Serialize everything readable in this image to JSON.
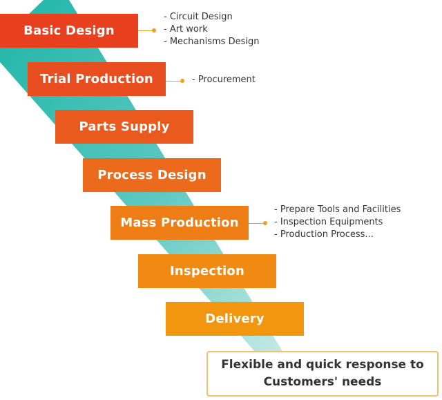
{
  "steps": [
    {
      "label": "Basic Design",
      "color": "#e8401f"
    },
    {
      "label": "Trial Production",
      "color": "#e84e1f"
    },
    {
      "label": "Parts Supply",
      "color": "#ea5a1e"
    },
    {
      "label": "Process Design",
      "color": "#ec6a1c"
    },
    {
      "label": "Mass Production",
      "color": "#ef7d16"
    },
    {
      "label": "Inspection",
      "color": "#f08a12"
    },
    {
      "label": "Delivery",
      "color": "#f29610"
    }
  ],
  "notes": {
    "basic_design": [
      "- Circuit Design",
      "- Art work",
      "- Mechanisms Design"
    ],
    "trial_production": [
      "- Procurement"
    ],
    "mass_production": [
      "- Prepare Tools and Facilities",
      "- Inspection Equipments",
      "- Production Process..."
    ]
  },
  "result": {
    "line1": "Flexible and quick response to",
    "line2": "Customers' needs"
  },
  "colors": {
    "ribbon_dark": "#1fb5a8",
    "ribbon_light": "#a8ddd8",
    "connector": "#f0a020",
    "result_border": "#f5c06a"
  }
}
